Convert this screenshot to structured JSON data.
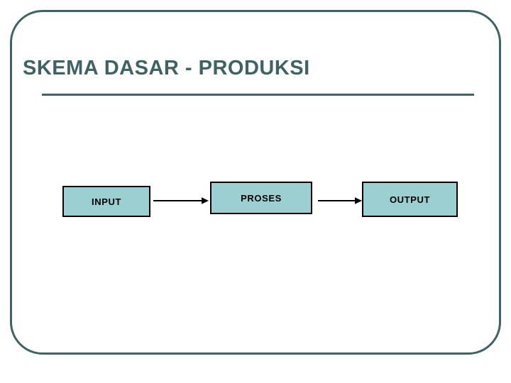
{
  "slide": {
    "title": "SKEMA DASAR - PRODUKSI",
    "background_color": "#ffffff",
    "frame_color": "#3f6362",
    "accent_color": "#3f6362"
  },
  "diagram": {
    "type": "flow",
    "box_fill_color": "#9ccfd1",
    "box_border_color": "#000000",
    "arrow_color": "#000000",
    "nodes": [
      {
        "id": "input",
        "label": "INPUT"
      },
      {
        "id": "proses",
        "label": "PROSES"
      },
      {
        "id": "output",
        "label": "OUTPUT"
      }
    ],
    "connectors": [
      {
        "id": "arrow-1",
        "from": "input",
        "to": "proses",
        "style": "solid-arrow-right"
      },
      {
        "id": "arrow-2",
        "from": "proses",
        "to": "output",
        "style": "solid-arrow-right"
      }
    ]
  }
}
